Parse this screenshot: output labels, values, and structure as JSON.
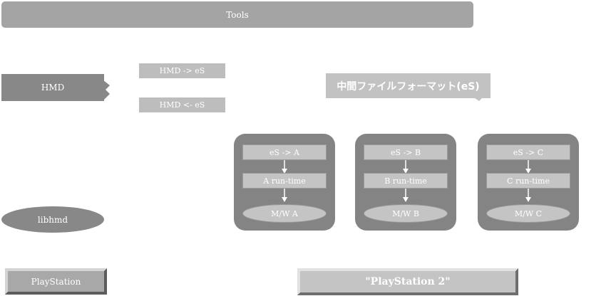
{
  "tools": {
    "label": "Tools"
  },
  "hmd": {
    "label": "HMD"
  },
  "converters": {
    "to_es": "HMD -> eS",
    "from_es": "HMD <- eS"
  },
  "intermediate_format": {
    "label": "中間ファイルフォーマット(eS)"
  },
  "groups": [
    {
      "converter": "eS -> A",
      "runtime": "A run-time",
      "middleware": "M/W A"
    },
    {
      "converter": "eS -> B",
      "runtime": "B run-time",
      "middleware": "M/W B"
    },
    {
      "converter": "eS -> C",
      "runtime": "C run-time",
      "middleware": "M/W C"
    }
  ],
  "libhmd": {
    "label": "libhmd"
  },
  "playstation": {
    "label": "PlayStation"
  },
  "playstation2": {
    "label": "\"PlayStation 2\""
  },
  "colors": {
    "dark_gray": "#888888",
    "mid_gray": "#a4a4a4",
    "light_gray": "#c4c4c4",
    "group_gray": "#848484"
  }
}
